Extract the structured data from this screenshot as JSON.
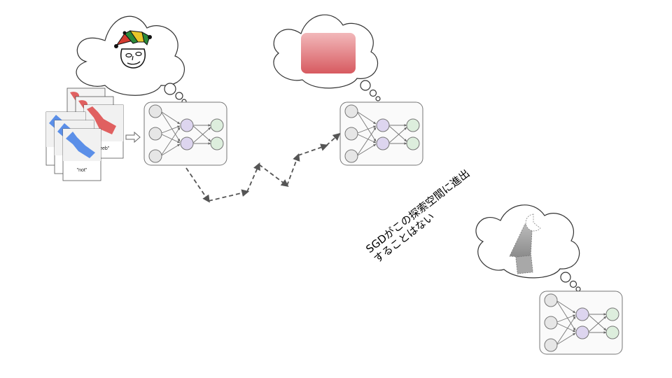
{
  "cards": {
    "label_back": "\"neeb\"",
    "label_front": "\"not\""
  },
  "annotation": {
    "line1": "SGDがこの探索空間に進出",
    "line2": "することはない"
  },
  "colors": {
    "card_red": "#e06060",
    "card_blue": "#5b8fe8",
    "node_gray": "#e6e6e6",
    "node_purple": "#ddd5ef",
    "node_green": "#ddeedd",
    "path": "#555555",
    "thought_red": "#d75a60"
  },
  "icons": {
    "thought_left": "jester-face-icon",
    "thought_middle": "red-rectangle-icon",
    "thought_right": "gray-pacman-shape-icon"
  }
}
